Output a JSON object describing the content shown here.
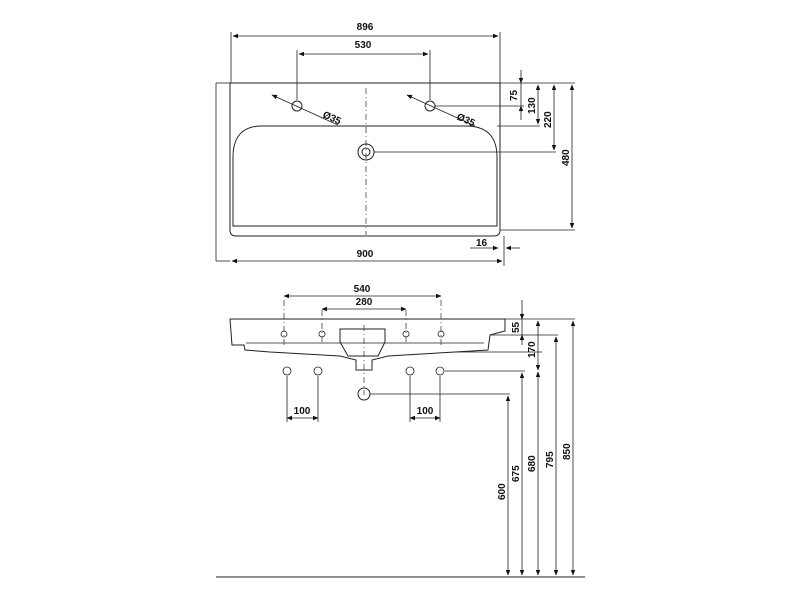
{
  "top_view": {
    "width_outer": "896",
    "tap_spacing": "530",
    "hole_dia_left": "Ø35",
    "hole_dia_right": "Ø35",
    "depth_tap": "75",
    "depth_130": "130",
    "depth_220": "220",
    "depth_total": "480",
    "width_bottom": "900",
    "offset_16": "16"
  },
  "side_view": {
    "spacing_540": "540",
    "spacing_280": "280",
    "h_55": "55",
    "h_170": "170",
    "pipe_left": "100",
    "pipe_right": "100",
    "h_600": "600",
    "h_675": "675",
    "h_680": "680",
    "h_795": "795",
    "h_850": "850"
  }
}
